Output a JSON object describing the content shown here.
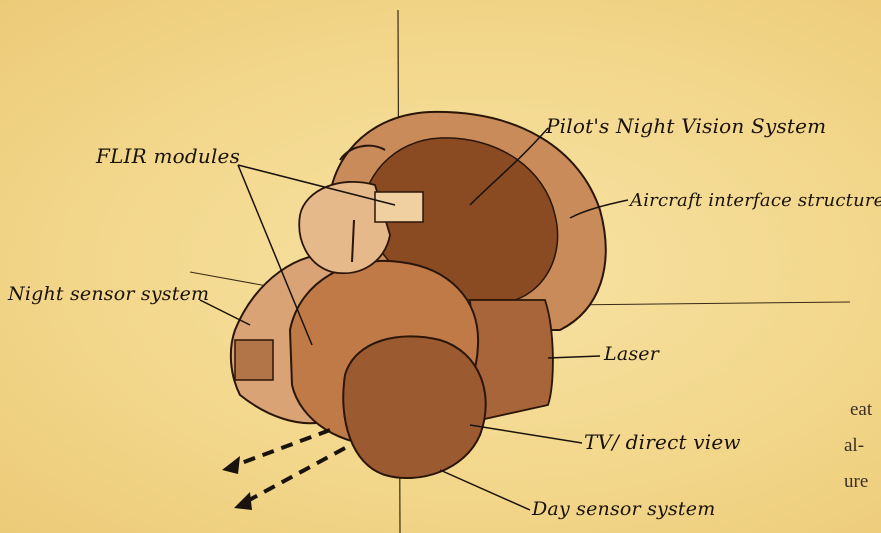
{
  "labels": {
    "pilots_night_vision": "Pilot's Night Vision System",
    "flir_modules": "FLIR modules",
    "aircraft_interface": "Aircraft interface structure",
    "night_sensor": "Night sensor system",
    "laser": "Laser",
    "tv_direct_view": "TV/ direct view",
    "day_sensor": "Day sensor system"
  },
  "background_text": [
    "eat",
    "al-",
    "ure"
  ],
  "colors": {
    "paper": "#f3d98e",
    "ink": "#1a120c",
    "shade": "#6b3a1c"
  }
}
